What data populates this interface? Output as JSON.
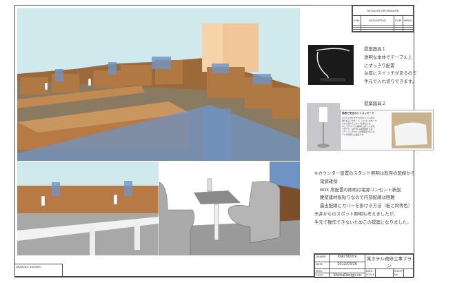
{
  "revisions": {
    "title": "REVISIONS INFORMATION",
    "headers": [
      "SYM.",
      "DESCRIPTION",
      "DATE",
      "APPRO."
    ],
    "rows": 3
  },
  "proposal1": {
    "title": "提案器具１",
    "lines": [
      "透明な本体でテーブル上",
      "にすっきり配置",
      "台座にスイッチがあるので",
      "手元で入れ切りできます。"
    ]
  },
  "proposal2": {
    "title": "提案器具２",
    "ad_title": "柔軟で安全なシリコンセード",
    "ad_text": [
      "ガラスと見分けがつかないくらい光の",
      "透け感しいスタンド。シリコンのセード",
      "だから割れてしまっても安心です。",
      "ホコリがついても簡単にはずして水洗",
      "いができ、割れずに長年使用するの",
      "でランニングコストが豊富得されるホ",
      "テルや病院にも最適です。"
    ]
  },
  "notes": [
    "※カウンター設置のスタンド照明は既存の配線から",
    "電源確保",
    "BOX 席配置の照明は電源コンセント新設",
    "腰壁建材板貼りなので内部配線は困難",
    "露出配線にカバーを掛ける方法（板と同等色）",
    "天井からのスポット照明も考えましたが、",
    "手元で操作できないためこの提案になりました。"
  ],
  "title_block": {
    "drawn_label": "DRAWN",
    "drawn": "Koki Shima",
    "date_label": "DATE",
    "date": "2012/03/26",
    "mgr_label": "MGR.",
    "cust_label": "CUST.",
    "cust": "ShimaDesign.co",
    "project": "某ホテル改修工事プラン",
    "dwg_scale_label": "DWG SCALE",
    "sheet_label": "SHEET No."
  },
  "drawing_number_label": "DRAWING NUMBER",
  "colors": {
    "sky": "#cfe9ec",
    "wood": "#b87a45",
    "glass": "#6f94c4",
    "floor": "#8b7a62"
  }
}
